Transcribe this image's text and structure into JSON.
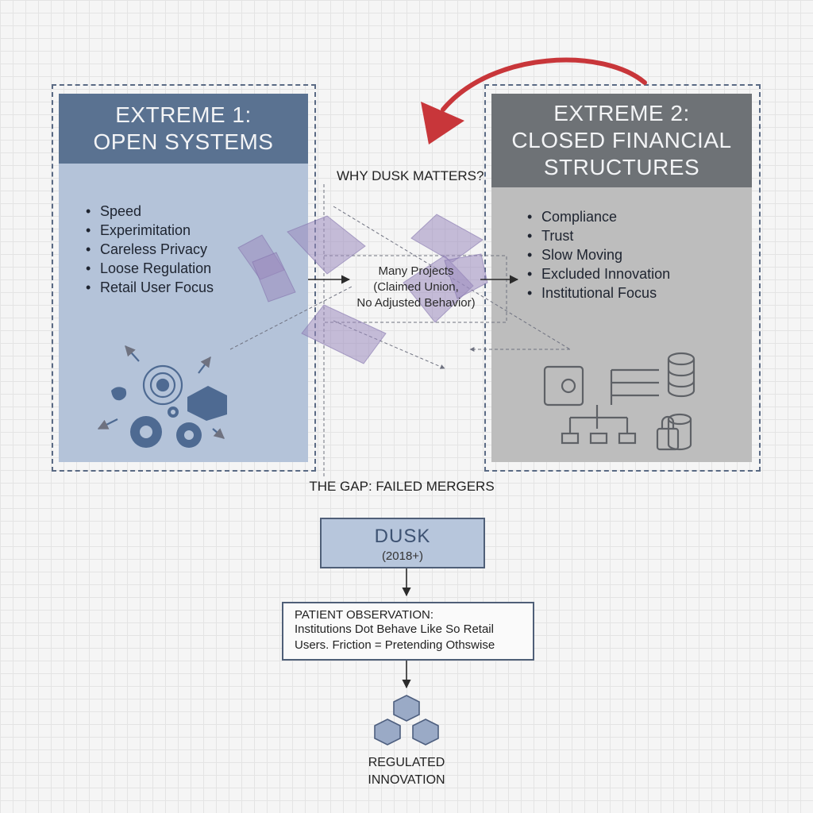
{
  "extreme1": {
    "title": "EXTREME 1:\nOPEN SYSTEMS",
    "items": [
      "Speed",
      "Experimitation",
      "Careless Privacy",
      "Loose Regulation",
      "Retail User Focus"
    ]
  },
  "extreme2": {
    "title": "EXTREME 2:\nCLOSED FINANCIAL\nSTRUCTURES",
    "items": [
      "Compliance",
      "Trust",
      "Slow Moving",
      "Excluded Innovation",
      "Institutional Focus"
    ]
  },
  "middle": {
    "question": "WHY DUSK MATTERS?",
    "line1": "Many Projects",
    "line2": "(Claimed Union,",
    "line3": "No Adjusted Behavior)"
  },
  "gap_label": "THE GAP: FAILED MERGERS",
  "dusk": {
    "title": "DUSK",
    "years": "(2018+)"
  },
  "observation": {
    "title": "PATIENT OBSERVATION:",
    "line1": "Institutions Dot Behave Like So Retail",
    "line2": "Users. Friction = Pretending Othswise"
  },
  "result": {
    "line1": "REGULATED",
    "line2": "INNOVATION"
  },
  "colors": {
    "left_panel": "#b4c3d9",
    "left_header": "#5a7291",
    "right_panel": "#bdbdbd",
    "right_header": "#6e7276",
    "accent_arrow": "#c8363a",
    "overlay_purple": "#9a8bbd"
  }
}
